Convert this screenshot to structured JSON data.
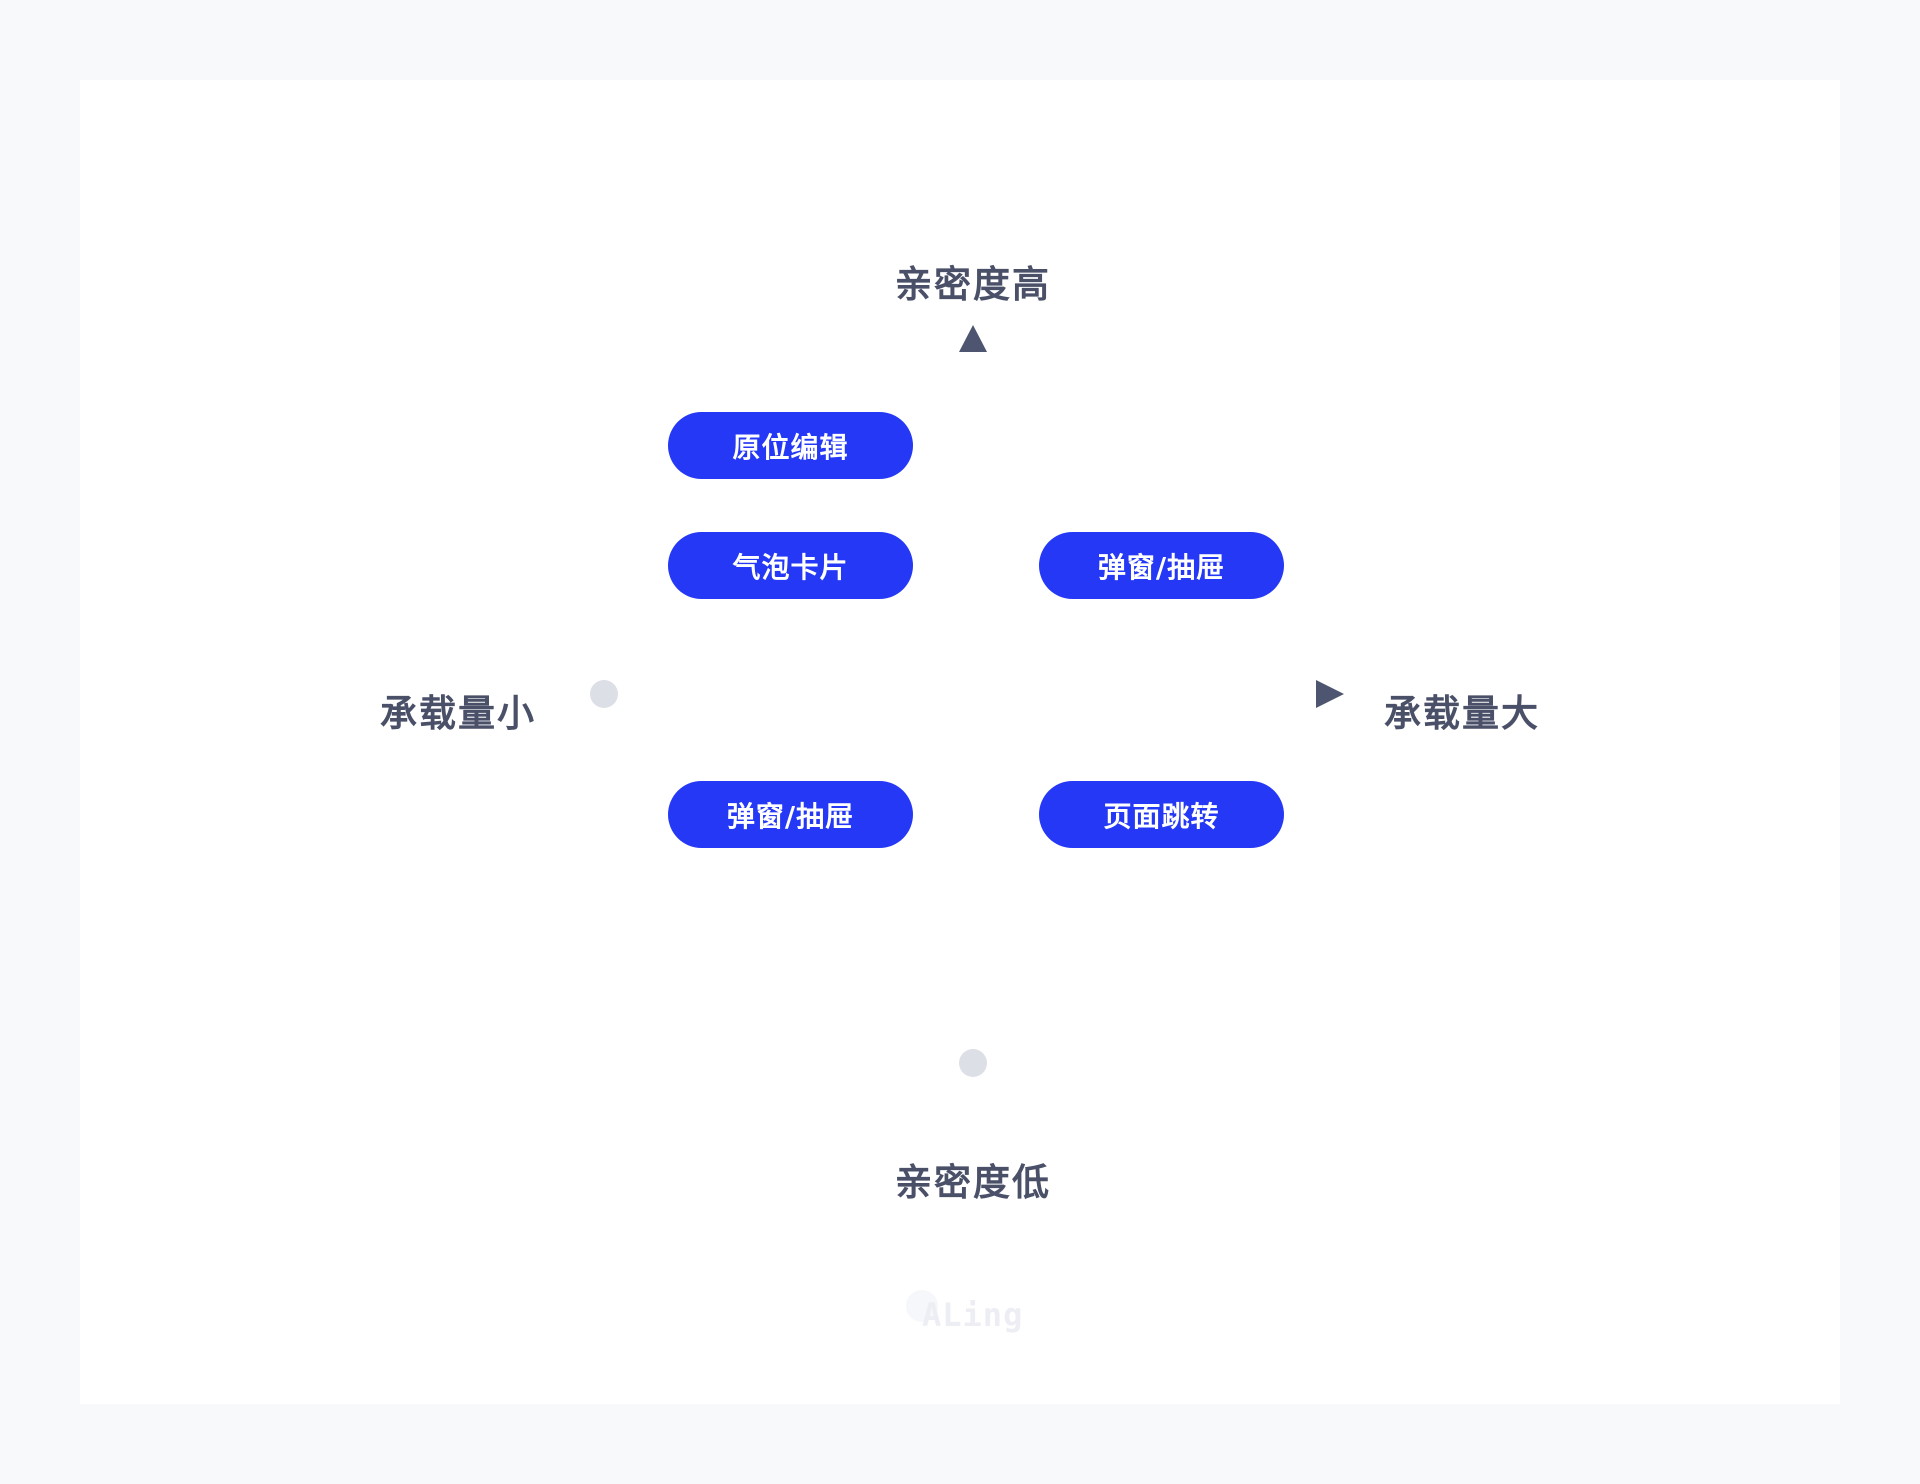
{
  "axes": {
    "top_label": "亲密度高",
    "bottom_label": "亲密度低",
    "left_label": "承载量小",
    "right_label": "承载量大"
  },
  "quadrants": {
    "top_left": [
      "原位编辑",
      "气泡卡片"
    ],
    "top_right": [
      "弹窗/抽屉"
    ],
    "bottom_left": [
      "弹窗/抽屉"
    ],
    "bottom_right": [
      "页面跳转"
    ]
  },
  "colors": {
    "pill": "#2438f5",
    "axis_dark": "#4e5570",
    "axis_light": "#dcdfe6",
    "label": "#4a5068"
  },
  "watermark": "ALing"
}
